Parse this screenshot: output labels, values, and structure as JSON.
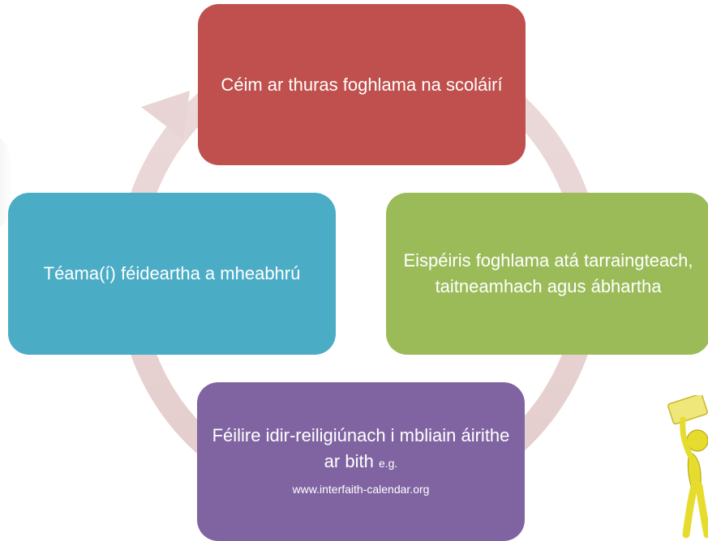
{
  "diagram": {
    "nodes": {
      "top": {
        "text": "Céim ar thuras foghlama na scoláirí",
        "color": "#c0504d"
      },
      "right": {
        "text": "Eispéiris foghlama atá tarraingteach, taitneamhach agus ábhartha",
        "color": "#9bbb59"
      },
      "bottom": {
        "text_main": "Féilire idir-reiligiúnach i mbliain áirithe ar bith",
        "text_eg": "e.g.",
        "text_url": "www.interfaith-calendar.org",
        "color": "#8064a2"
      },
      "left": {
        "text": "Téama(í) féideartha a mheabhrú",
        "color": "#4bacc6"
      }
    },
    "cycle_arrow_color": "#e8d4d4",
    "decorations": {
      "figure_icon": "cartoon-figure-holding-sign-icon",
      "figure_color": "#e6dc2e"
    }
  }
}
